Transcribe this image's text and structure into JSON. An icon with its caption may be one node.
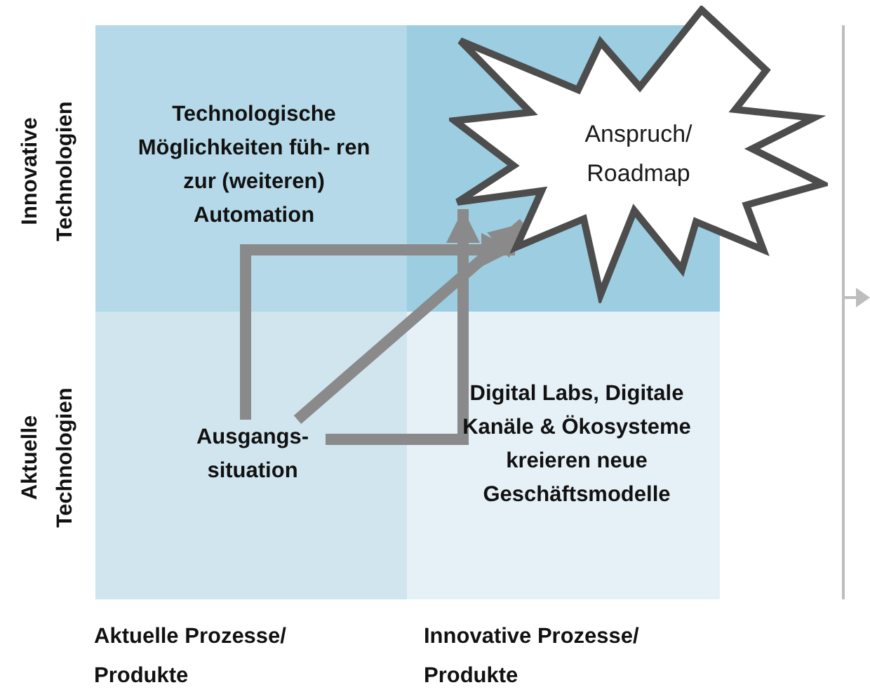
{
  "diagram": {
    "nodes": [
      {
        "text": [
          "Technologische Möglichkeiten füh- ren zur (weiteren) Automation"
        ]
      },
      {
        "text": [
          "Anspruch/ Roadmap"
        ]
      },
      {
        "text": [
          "Ausgangs- situation"
        ]
      },
      {
        "text": [
          "Digital Labs, Digitale Kanäle & Ökosysteme kreieren neue Geschäftsmodelle"
        ]
      }
    ],
    "edges": [
      {
        "from": 2,
        "to": 1,
        "arrow": "to"
      },
      {
        "from": 2,
        "to": 1,
        "arrow": "to"
      },
      {
        "from": 2,
        "to": 1,
        "arrow": "to"
      }
    ],
    "labels": [
      "Innovative Technologien",
      "Aktuelle Technologien",
      "Aktuelle Prozesse/ Produkte",
      "Innovative Prozesse/ Produkte"
    ]
  }
}
